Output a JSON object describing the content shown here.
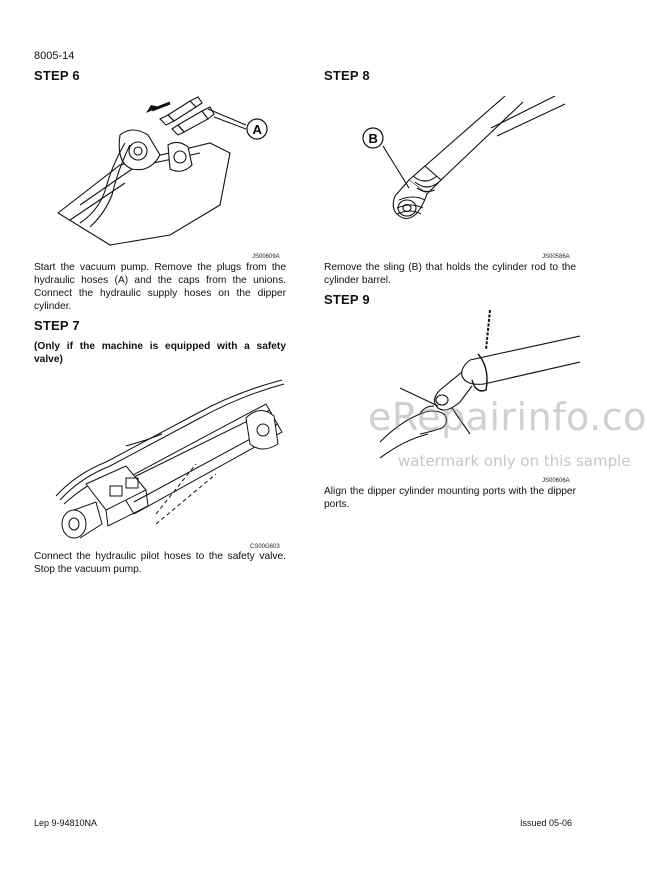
{
  "header": {
    "page_number": "8005-14"
  },
  "left_column": {
    "step6": {
      "title": "STEP 6",
      "figure_code": "JS00609A",
      "callout": "A",
      "text": "Start the vacuum pump. Remove the plugs from the hydraulic hoses (A) and the caps from the unions. Connect the hydraulic supply hoses on the dipper cylinder."
    },
    "step7": {
      "title": "STEP 7",
      "note": "(Only if the machine is equipped with a safety valve)",
      "figure_code": "CS00G603",
      "text": "Connect the hydraulic pilot hoses to the safety valve. Stop the vacuum pump."
    }
  },
  "right_column": {
    "step8": {
      "title": "STEP 8",
      "figure_code": "JS00586A",
      "callout": "B",
      "text": "Remove the sling (B) that holds the cylinder rod to the cylinder barrel."
    },
    "step9": {
      "title": "STEP 9",
      "figure_code": "JS00606A",
      "text": "Align the dipper cylinder mounting ports with the dipper ports."
    }
  },
  "watermark": {
    "site": "eRepairinfo.com",
    "notice": "watermark only on this sample"
  },
  "footer": {
    "left": "Lep 9-94810NA",
    "right": "Issued 05-06"
  }
}
